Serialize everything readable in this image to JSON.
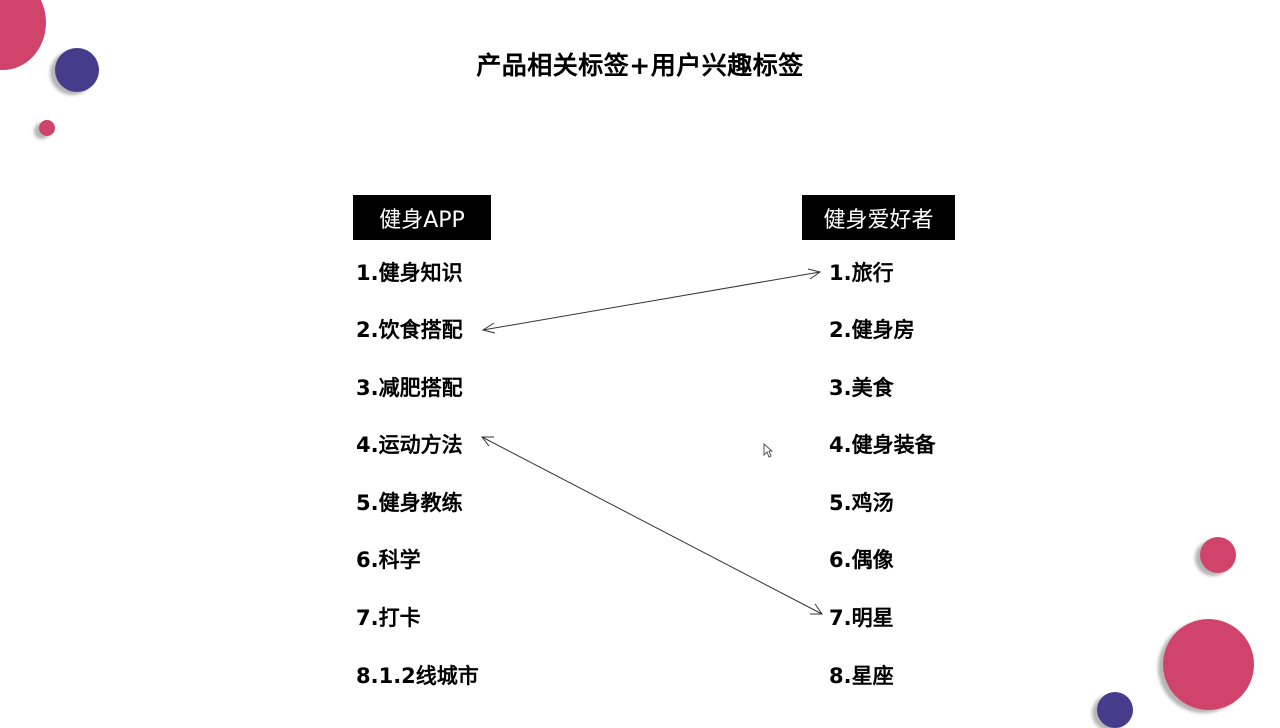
{
  "title": "产品相关标签+用户兴趣标签",
  "colors": {
    "accent_pink": "#d0436a",
    "accent_purple": "#473c8b",
    "header_bg": "#000000",
    "header_text": "#ffffff"
  },
  "left_column": {
    "header": "健身APP",
    "items": [
      "1.健身知识",
      "2.饮食搭配",
      "3.减肥搭配",
      "4.运动方法",
      "5.健身教练",
      "6.科学",
      "7.打卡",
      "8.1.2线城市"
    ]
  },
  "right_column": {
    "header": "健身爱好者",
    "items": [
      "1.旅行",
      "2.健身房",
      "3.美食",
      "4.健身装备",
      "5.鸡汤",
      "6.偶像",
      "7.明星",
      "8.星座"
    ]
  },
  "connections": [
    {
      "from": "2.饮食搭配",
      "to": "1.旅行",
      "type": "double-arrow"
    },
    {
      "from": "4.运动方法",
      "to": "7.明星",
      "type": "double-arrow"
    }
  ]
}
